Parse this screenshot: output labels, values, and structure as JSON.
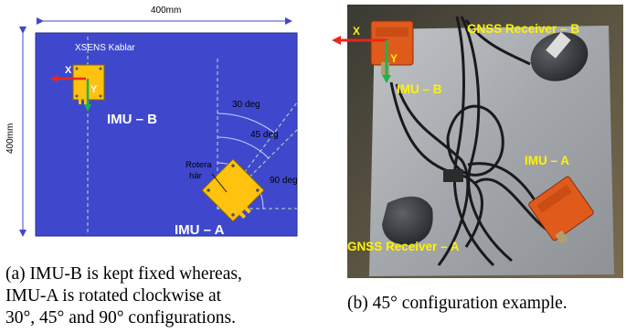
{
  "figure_a": {
    "top_dimension": "400mm",
    "side_dimension": "400mm",
    "cable_label": "XSENS Kablar",
    "imu_b_label": "IMU – B",
    "imu_a_label": "IMU – A",
    "axis_x": "X",
    "axis_y": "Y",
    "angle_labels": [
      "30 deg",
      "45 deg",
      "90 deg"
    ],
    "rotate_label_line1": "Rotera",
    "rotate_label_line2": "här",
    "caption_lines": [
      "(a) IMU-B is kept fixed whereas,",
      "IMU-A is rotated clockwise at",
      "30°, 45° and 90° configurations."
    ]
  },
  "figure_b": {
    "gnss_b_label": "GNSS Receiver – B",
    "gnss_a_label": "GNSS Receiver – A",
    "imu_b_label": "IMU – B",
    "imu_a_label": "IMU – A",
    "axis_x": "X",
    "axis_y": "Y",
    "caption": "(b) 45° configuration example."
  },
  "colors": {
    "plate_blue": "#3f48cc",
    "imu_yellow": "#ffc20e",
    "axis_red": "#e8261c",
    "axis_green": "#22b14c",
    "label_yellow": "#fff200",
    "photo_bg": "#4a4538",
    "plate_metal": "#a9adb1",
    "sensor_orange": "#e05a1c"
  }
}
